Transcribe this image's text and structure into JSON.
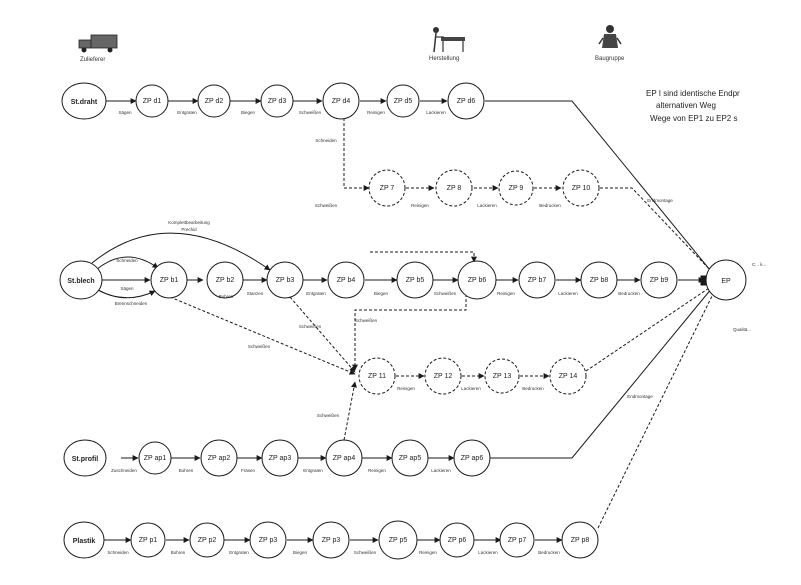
{
  "header": {
    "supplier_label": "Zulieferer",
    "manufacturing_label": "Herstellung",
    "customer_label": "Baugruppe"
  },
  "note": {
    "line1": "EP I sind identische Endpr",
    "line2": "alternativen Weg",
    "line3": "Wege von EP1 zu EP2 s"
  },
  "rows": {
    "stdraht": {
      "start": "St.draht",
      "nodes": [
        "ZP d1",
        "ZP d2",
        "ZP d3",
        "ZP d4",
        "ZP d5",
        "ZP d6"
      ],
      "edges": [
        "Sägen",
        "Entgraten",
        "Biegen",
        "Schweißen",
        "Reinigen",
        "Lackieren"
      ]
    },
    "stdraht_alt": {
      "nodes": [
        "ZP 7",
        "ZP 8",
        "ZP 9",
        "ZP 10"
      ],
      "edges": [
        "Reinigen",
        "Lackieren",
        "Bedrucken"
      ],
      "branch_labels": [
        "Schneiden",
        "Schweißen",
        "Endmontage"
      ]
    },
    "stblech": {
      "start": "St.blech",
      "nodes": [
        "ZP b1",
        "ZP b2",
        "ZP b3",
        "ZP b4",
        "ZP b5",
        "ZP b6",
        "ZP b7",
        "ZP b8",
        "ZP b9"
      ],
      "edges": [
        "Bohren",
        "Stanzen",
        "Entgraten",
        "Biegen",
        "Schweißen",
        "Reinigen",
        "Lackieren",
        "Bedrucken"
      ],
      "arc_labels": [
        "Komplettbearbeitung",
        "Prechid",
        "Schneiden",
        "Sägen",
        "Brennschneiden",
        "Schweißen"
      ]
    },
    "stblech_alt": {
      "nodes": [
        "ZP 11",
        "ZP 12",
        "ZP 13",
        "ZP 14"
      ],
      "edges": [
        "Reinigen",
        "Lackieren",
        "Bedrucken"
      ],
      "branch_labels": [
        "Schweißen",
        "Schweißen",
        "Schweißen",
        "Endmontage"
      ]
    },
    "stprofil": {
      "start": "St.profil",
      "nodes": [
        "ZP ap1",
        "ZP ap2",
        "ZP ap3",
        "ZP ap4",
        "ZP ap5",
        "ZP ap6"
      ],
      "edges": [
        "Zuschneiden",
        "Bohren",
        "Fräsen",
        "Entgraten",
        "Reinigen",
        "Lackieren"
      ]
    },
    "plastik": {
      "start": "Plastik",
      "nodes": [
        "ZP p1",
        "ZP p2",
        "ZP p3",
        "ZP p3",
        "ZP p5",
        "ZP p6",
        "ZP p7",
        "ZP p8"
      ],
      "edges": [
        "Schneiden",
        "Bohren",
        "Entgraten",
        "Biegen",
        "Schweißen",
        "Reinigen",
        "Lackieren",
        "Bedrucken"
      ]
    }
  },
  "end": {
    "label": "EP",
    "side_top": "C... k...",
    "side_bottom": "Qualitä..."
  },
  "colors": {
    "stroke": "#1a1a1a",
    "fill": "#ffffff",
    "text": "#222222"
  },
  "icons": [
    "truck-icon",
    "workbench-icon",
    "worker-icon"
  ]
}
